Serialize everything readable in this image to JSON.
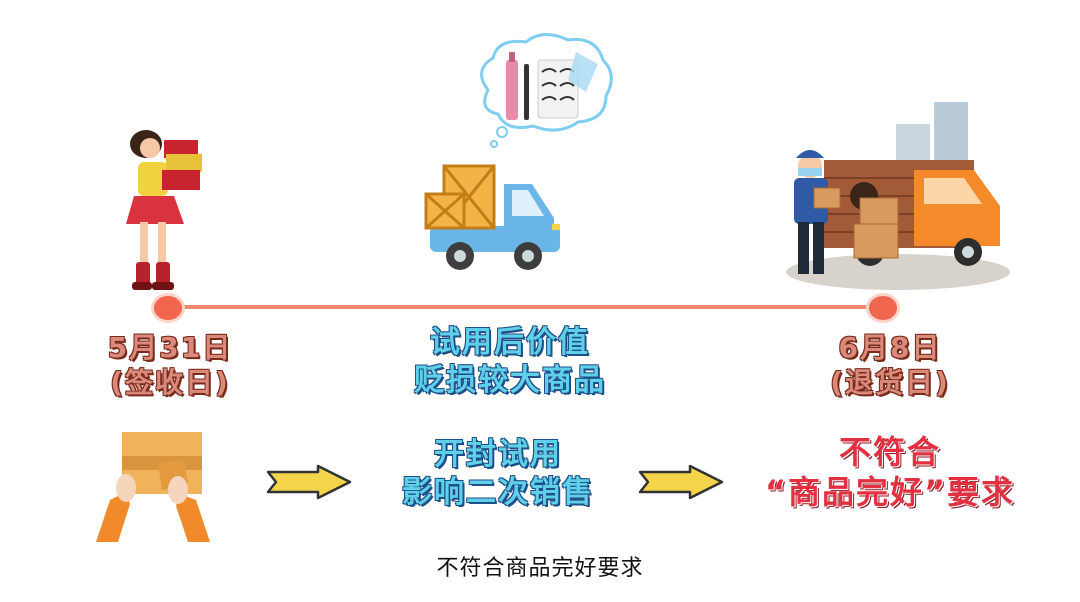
{
  "timeline": {
    "start": {
      "date": "5月31日",
      "note": "(签收日)"
    },
    "middle": {
      "line1": "试用后价值",
      "line2": "贬损较大商品"
    },
    "end": {
      "date": "6月8日",
      "note": "(退货日)"
    }
  },
  "bottom_row": {
    "middle": {
      "line1": "开封试用",
      "line2": "影响二次销售"
    },
    "right": {
      "line1": "不符合",
      "line2": "“商品完好”要求"
    }
  },
  "subtitle": "不符合商品完好要求",
  "colors": {
    "timeline": "#f28a6f",
    "dot": "#f2654f",
    "label_brown": "#d98a7a",
    "label_blue": "#5fd0e8",
    "label_red": "#e23040",
    "arrow": "#f4d44a"
  },
  "icons": [
    "woman-carrying-boxes-icon",
    "cosmetics-thought-cloud-icon",
    "delivery-truck-icon",
    "courier-with-truck-icon",
    "hands-opening-package-icon",
    "arrow-right-icon"
  ]
}
